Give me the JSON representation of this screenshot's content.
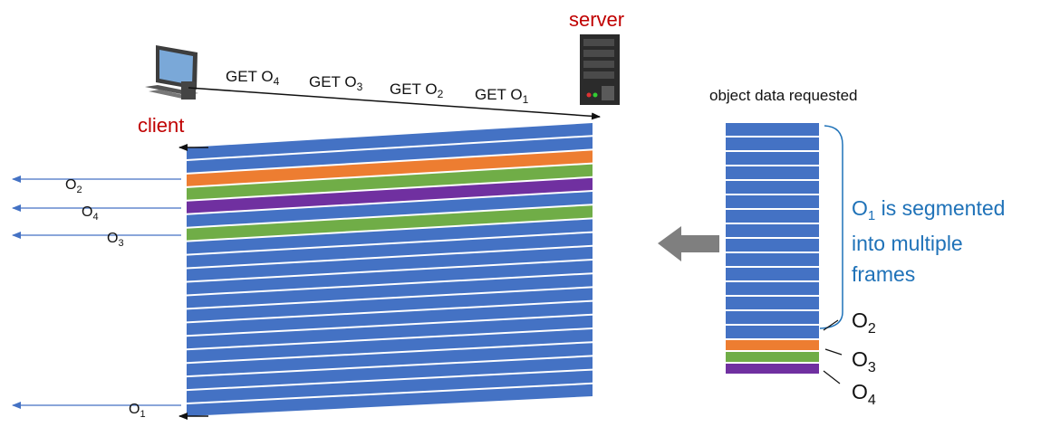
{
  "labels": {
    "server": "server",
    "client": "client",
    "object_data": "object data requested",
    "note": {
      "line1_obj": "O",
      "line1_sub": "1",
      "line1_rest": " is segmented",
      "line2": "into multiple",
      "line3": "frames"
    }
  },
  "requests": [
    {
      "prefix": "GET O",
      "sub": "4"
    },
    {
      "prefix": "GET O",
      "sub": "3"
    },
    {
      "prefix": "GET O",
      "sub": "2"
    },
    {
      "prefix": "GET O",
      "sub": "1"
    }
  ],
  "received": [
    {
      "letter": "O",
      "sub": "2"
    },
    {
      "letter": "O",
      "sub": "4"
    },
    {
      "letter": "O",
      "sub": "3"
    },
    {
      "letter": "O",
      "sub": "1"
    }
  ],
  "stack_objects": [
    {
      "letter": "O",
      "sub": "2"
    },
    {
      "letter": "O",
      "sub": "3"
    },
    {
      "letter": "O",
      "sub": "4"
    }
  ],
  "colors": {
    "blue": "#4472c4",
    "orange": "#ed7d31",
    "green": "#70ad47",
    "purple": "#7030a0",
    "arrow_blue": "#4472c4",
    "gray_arrow": "#7f7f7f"
  },
  "frames": {
    "total": 20,
    "colored": {
      "2": "orange",
      "3": "green",
      "4": "purple",
      "6": "green"
    }
  },
  "stack": {
    "blue_frames": 15,
    "tail": [
      "orange",
      "green",
      "purple"
    ]
  }
}
